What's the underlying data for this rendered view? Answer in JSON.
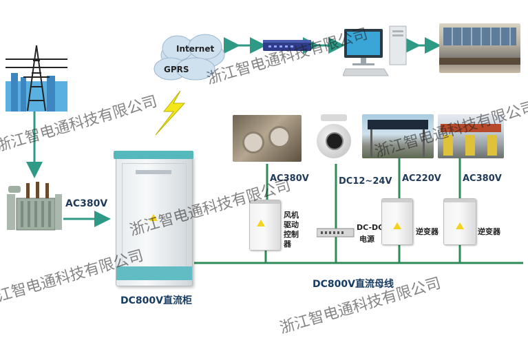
{
  "cloud": {
    "line1": "Internet",
    "line2": "GPRS"
  },
  "labels": {
    "ac380_input": "AC380V",
    "dc_cabinet": "DC800V直流柜",
    "dc_bus": "DC800V直流母线",
    "load1_voltage": "AC380V",
    "load2_voltage": "DC12~24V",
    "load3_voltage": "AC220V",
    "load4_voltage": "AC380V",
    "fan_driver": "风机驱动控制器",
    "dcdc_line1": "DC-DC",
    "dcdc_line2": "电源",
    "inverter1": "逆变器",
    "inverter2": "逆变器"
  },
  "watermark": "浙江智电通科技有限公司",
  "colors": {
    "line": "#2e8b57",
    "arrow": "#2e9a86",
    "label": "#1f3a5a"
  }
}
